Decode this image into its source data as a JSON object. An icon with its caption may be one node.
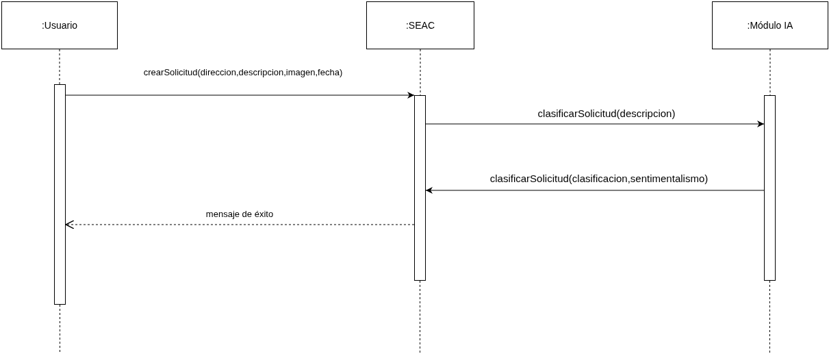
{
  "diagram": {
    "nodes": [
      {
        "text": [
          ":Usuario"
        ]
      },
      {
        "text": [
          ":SEAC"
        ]
      },
      {
        "text": [
          ":Módulo IA"
        ]
      },
      {
        "text": [],
        "shape": "bar"
      },
      {
        "text": [],
        "shape": "bar"
      },
      {
        "text": [],
        "shape": "bar"
      }
    ],
    "edges": [
      {
        "from": 0,
        "to": 3,
        "arrow": "none",
        "style": "dashed"
      },
      {
        "from": 1,
        "to": 4,
        "arrow": "none",
        "style": "dashed"
      },
      {
        "from": 2,
        "to": 5,
        "arrow": "none",
        "style": "dashed"
      },
      {
        "from": 3,
        "to": null,
        "arrow": "none",
        "style": "dashed"
      },
      {
        "from": 4,
        "to": null,
        "arrow": "none",
        "style": "dashed"
      },
      {
        "from": 5,
        "to": null,
        "arrow": "none",
        "style": "dashed"
      },
      {
        "from": 3,
        "to": 4,
        "arrow": "to",
        "label": "crearSolicitud(direccion,descripcion,imagen,fecha)"
      },
      {
        "from": 4,
        "to": 5,
        "arrow": "to",
        "label": "clasificarSolicitud(descripcion)"
      },
      {
        "from": 5,
        "to": 4,
        "arrow": "to",
        "label": "clasificarSolicitud(clasificacion,sentimentalismo)"
      },
      {
        "from": 4,
        "to": 3,
        "arrow": "to",
        "label": "mensaje de éxito",
        "style": "dashed"
      }
    ]
  }
}
